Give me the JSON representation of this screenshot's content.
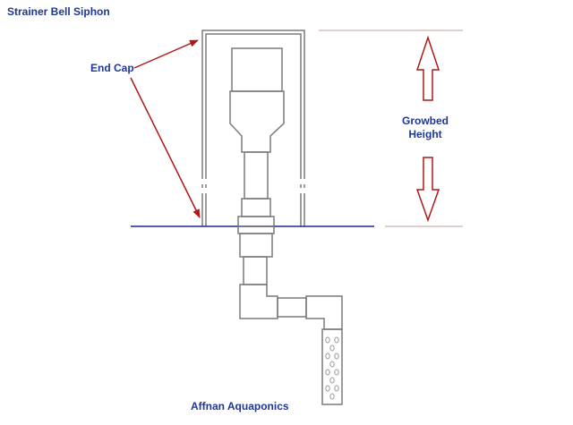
{
  "title": "Strainer Bell Siphon",
  "labels": {
    "end_cap": "End Cap",
    "growbed_height_line1": "Growbed",
    "growbed_height_line2": "Height"
  },
  "footer": "Affnan Aquaponics",
  "colors": {
    "label_text": "#1e3796",
    "water_line": "#1a2a8c",
    "pipe_outline": "#7a7a7a",
    "arrow": "#b01818",
    "reference_line": "#c99a9a",
    "perforation": "#9a9a9a"
  },
  "icons": [
    "up-arrow-icon",
    "down-arrow-icon"
  ]
}
